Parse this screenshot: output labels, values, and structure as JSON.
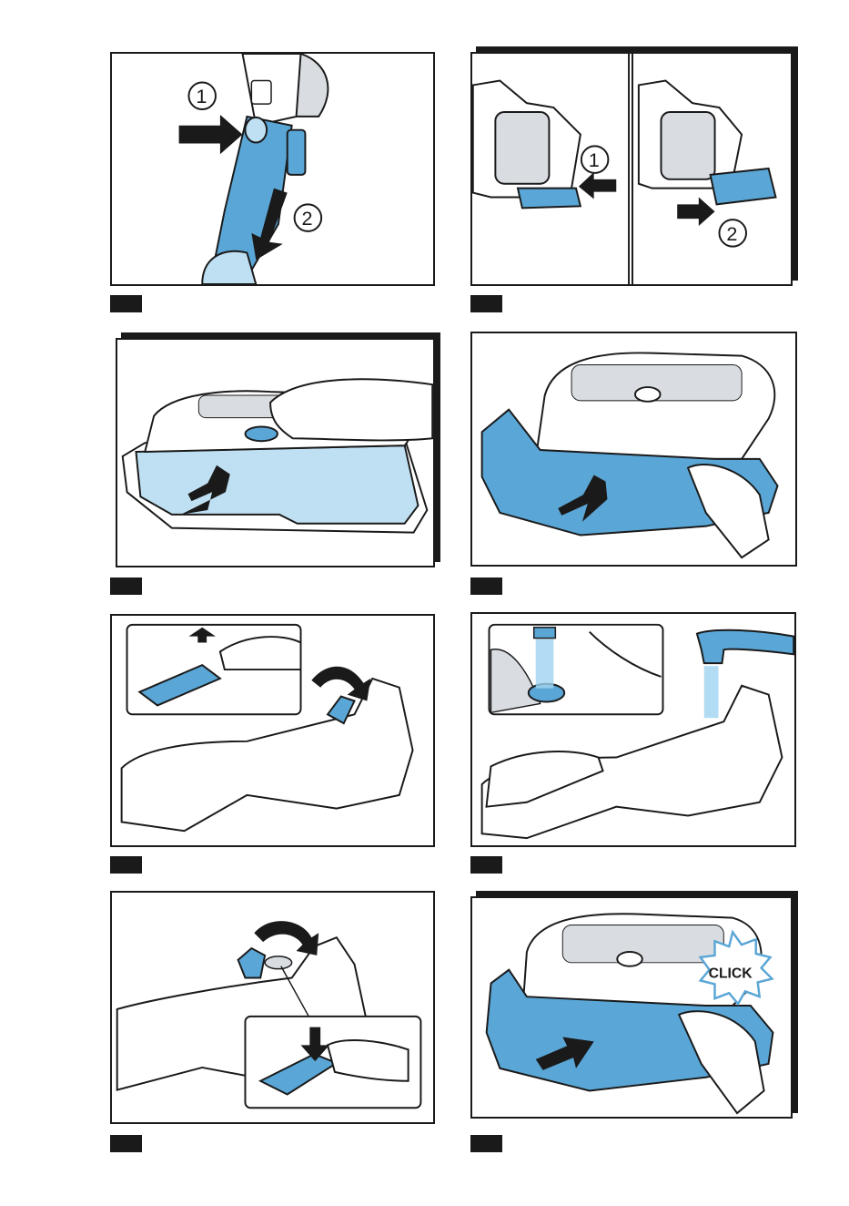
{
  "page": {
    "background": "#ffffff"
  },
  "colors": {
    "outline": "#1a1a1a",
    "blue": "#5aa6d6",
    "light_blue": "#bfe0f2",
    "grey": "#d9dde2",
    "water": "#9fd3f0"
  },
  "panels": [
    {
      "id": "remove-handle",
      "callouts": [
        "1",
        "2"
      ],
      "icons": [
        "push-arrow-icon",
        "down-arrow-icon"
      ]
    },
    {
      "id": "remove-battery-1",
      "callouts": [
        "1"
      ],
      "icons": [
        "push-arrow-icon"
      ]
    },
    {
      "id": "remove-battery-2",
      "callouts": [
        "2"
      ],
      "icons": [
        "pull-arrow-icon"
      ]
    },
    {
      "id": "press-release-button",
      "icons": [
        "pull-arrow-icon"
      ]
    },
    {
      "id": "pull-off-tank",
      "icons": [
        "pull-arrow-icon"
      ]
    },
    {
      "id": "open-flap",
      "icons": [
        "up-arrow-icon",
        "curved-arrow-icon"
      ]
    },
    {
      "id": "rinse-under-tap",
      "icons": [
        "faucet-icon",
        "water-stream-icon"
      ]
    },
    {
      "id": "close-flap",
      "icons": [
        "curved-arrow-icon",
        "down-arrow-icon"
      ]
    },
    {
      "id": "reattach-tank",
      "badge": "CLICK",
      "icons": [
        "push-arrow-icon",
        "click-burst-icon"
      ]
    }
  ]
}
